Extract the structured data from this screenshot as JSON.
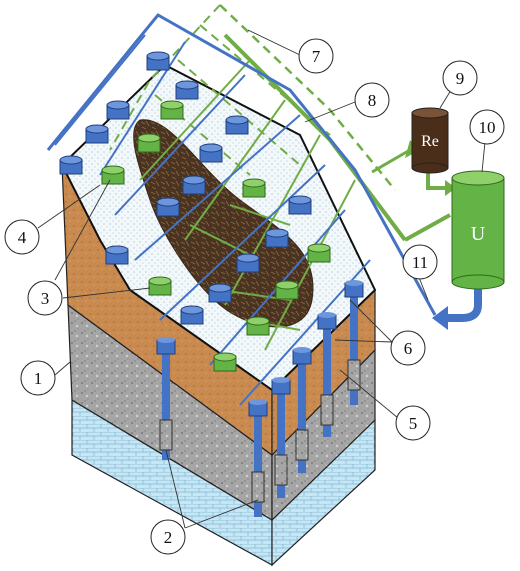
{
  "callouts": {
    "c1": "1",
    "c2": "2",
    "c3": "3",
    "c4": "4",
    "c5": "5",
    "c6": "6",
    "c7": "7",
    "c8": "8",
    "c9": "9",
    "c10": "10",
    "c11": "11"
  },
  "tanks": {
    "re_label": "Re",
    "u_label": "U"
  },
  "colors": {
    "blue_pipe": "#4472c4",
    "green_pipe": "#70ad47",
    "green_tank": "#63b346",
    "soil_orange": "#c98a50",
    "gravel_grey": "#9e9e9e",
    "water_blue": "#bfe3f2",
    "contaminant_brown": "#4a3320"
  }
}
